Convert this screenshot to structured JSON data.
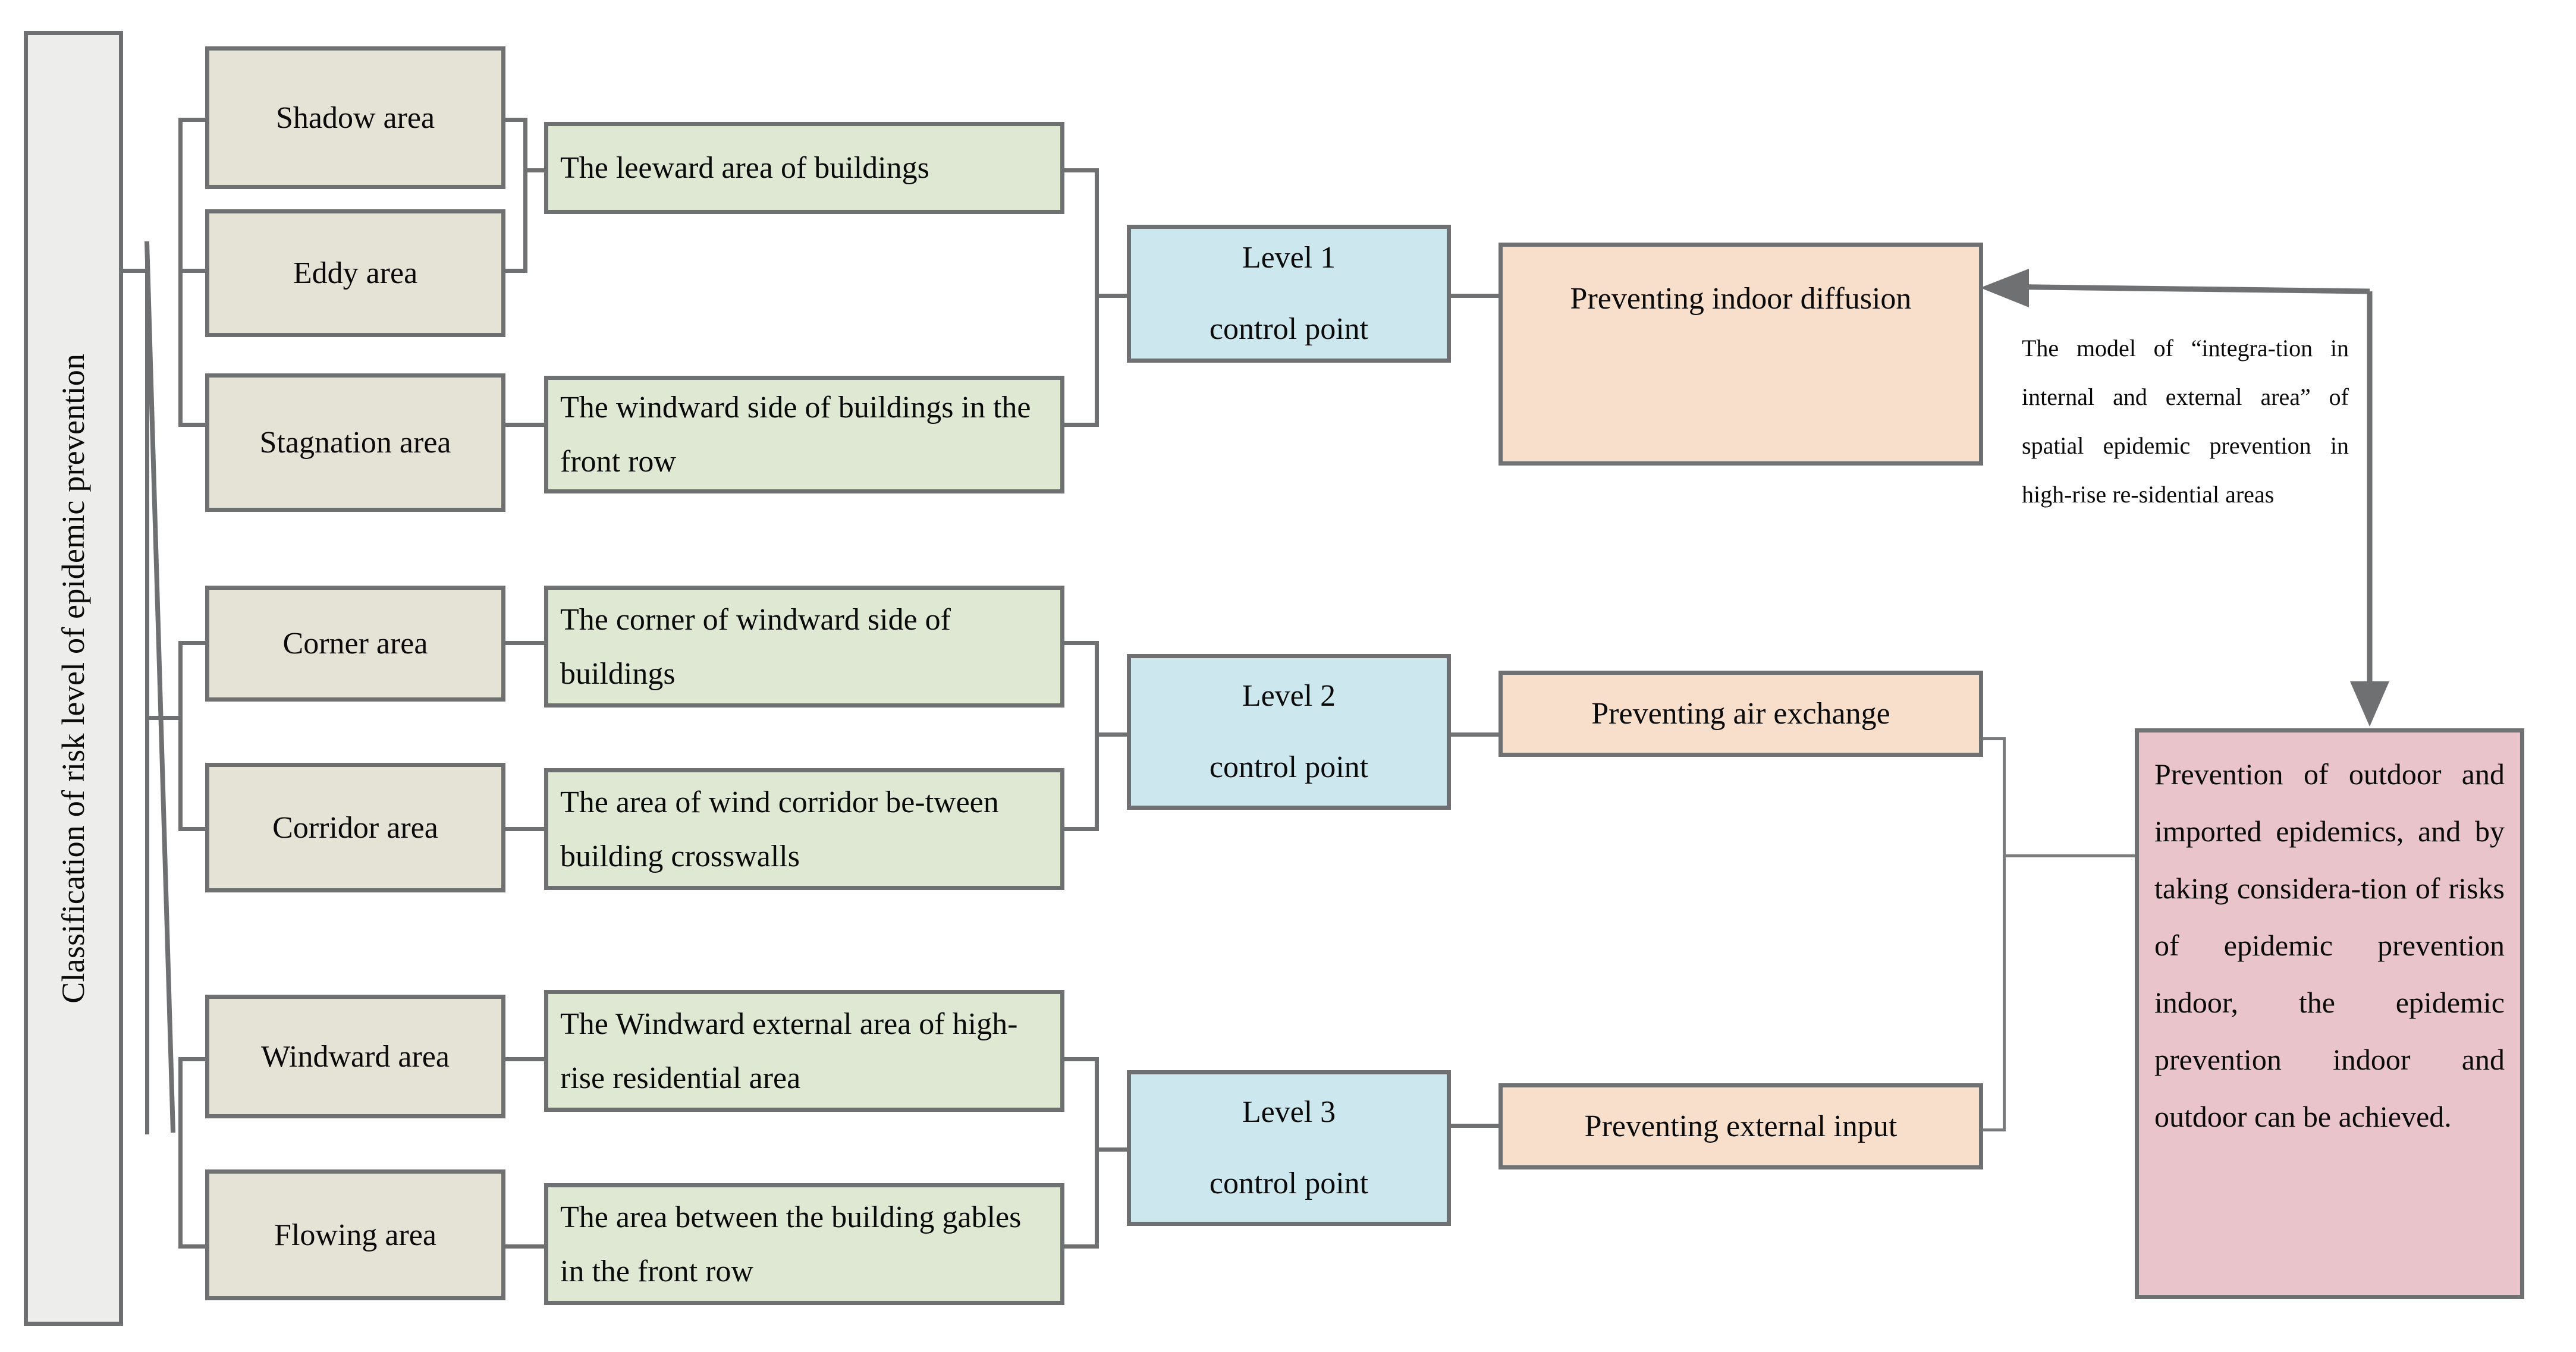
{
  "diagram": {
    "root": {
      "label": "Classification of risk level of epidemic prevention"
    },
    "groups": [
      {
        "id": "level-1",
        "areas": [
          {
            "name": "Shadow area"
          },
          {
            "name": "Eddy area"
          },
          {
            "name": "Stagnation area"
          }
        ],
        "descriptions": [
          {
            "text": "The leeward area of buildings"
          },
          {
            "text": "The windward side of buildings in the front row"
          }
        ],
        "control_point": "Level 1\ncontrol point",
        "control_point_line1": "Level 1",
        "control_point_line2": "control point",
        "strategy": "Preventing indoor diffusion"
      },
      {
        "id": "level-2",
        "areas": [
          {
            "name": "Corner area"
          },
          {
            "name": "Corridor area"
          }
        ],
        "descriptions": [
          {
            "text": "The corner of windward side of buildings"
          },
          {
            "text": "The area of wind corridor be-tween building crosswalls"
          }
        ],
        "control_point_line1": "Level 2",
        "control_point_line2": "control point",
        "strategy": "Preventing air exchange"
      },
      {
        "id": "level-3",
        "areas": [
          {
            "name": "Windward area"
          },
          {
            "name": "Flowing area"
          }
        ],
        "descriptions": [
          {
            "text": "The Windward external area of high-rise residential area"
          },
          {
            "text": "The area between the building gables in the front row"
          }
        ],
        "control_point_line1": "Level 3",
        "control_point_line2": "control point",
        "strategy": "Preventing external input"
      }
    ],
    "caption": "The model of “integra-tion in internal and external area” of spatial epidemic prevention in high-rise  re-sidential areas",
    "summary": "Prevention of outdoor and imported epidemics, and by taking considera-tion of risks of epidemic prevention indoor, the epidemic prevention indoor and outdoor can be achieved.",
    "colors": {
      "root_fill": "#ededeb",
      "area_fill": "#e5e3d6",
      "description_fill": "#dfe8d3",
      "control_fill": "#cce8ee",
      "strategy_fill": "#f8dfcc",
      "summary_fill": "#e9c5cb",
      "stroke": "#6e7072"
    }
  }
}
